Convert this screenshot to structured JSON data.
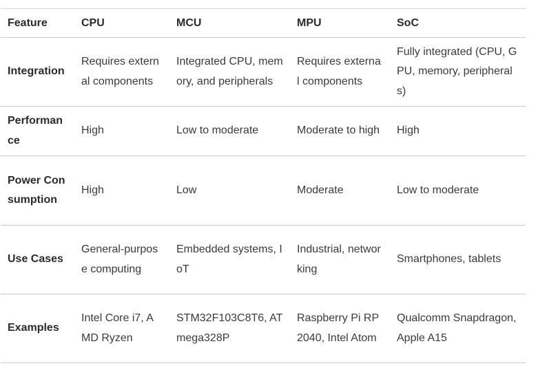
{
  "table": {
    "headers": [
      "Feature",
      "CPU",
      "MCU",
      "MPU",
      "SoC"
    ],
    "rows": [
      [
        "Integration",
        "Requires external components",
        "Integrated CPU, memory, and peripherals",
        "Requires external components",
        "Fully integrated (CPU, GPU, memory, peripherals)"
      ],
      [
        "Performance",
        "High",
        "Low to moderate",
        "Moderate to high",
        "High"
      ],
      [
        "Power Consumption",
        "High",
        "Low",
        "Moderate",
        "Low to moderate"
      ],
      [
        "Use Cases",
        "General-purpose computing",
        "Embedded systems, IoT",
        "Industrial, networking",
        "Smartphones, tablets"
      ],
      [
        "Examples",
        "Intel Core i7, AMD Ryzen",
        "STM32F103C8T6, ATmega328P",
        "Raspberry Pi RP2040, Intel Atom",
        "Qualcomm Snapdragon, Apple A15"
      ]
    ]
  }
}
